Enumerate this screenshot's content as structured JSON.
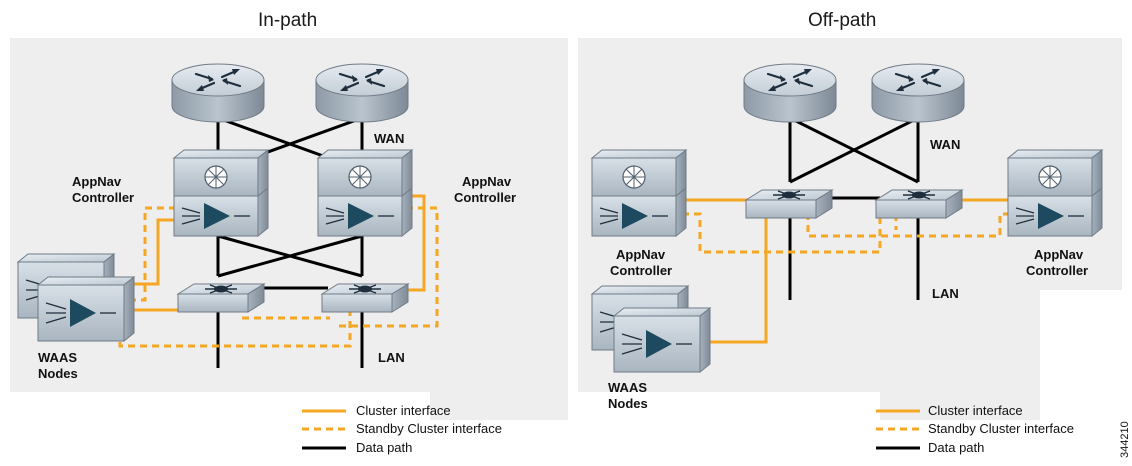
{
  "panels": {
    "in_path": {
      "title": "In-path",
      "labels": {
        "wan": "WAN",
        "lan": "LAN",
        "controller_left_line1": "AppNav",
        "controller_left_line2": "Controller",
        "controller_right_line1": "AppNav",
        "controller_right_line2": "Controller",
        "waas_line1": "WAAS",
        "waas_line2": "Nodes"
      },
      "legend": {
        "cluster": "Cluster interface",
        "standby": "Standby Cluster interface",
        "data": "Data path"
      }
    },
    "off_path": {
      "title": "Off-path",
      "labels": {
        "wan": "WAN",
        "lan": "LAN",
        "controller_left_line1": "AppNav",
        "controller_left_line2": "Controller",
        "controller_right_line1": "AppNav",
        "controller_right_line2": "Controller",
        "waas_line1": "WAAS",
        "waas_line2": "Nodes"
      },
      "legend": {
        "cluster": "Cluster interface",
        "standby": "Standby Cluster interface",
        "data": "Data path"
      }
    }
  },
  "figure_id": "344210",
  "colors": {
    "cluster_interface": "#f5a623",
    "data_path": "#000000",
    "device_fill": "#c9d3dc",
    "wan_lan_background": "#eeeeee"
  },
  "icons": {
    "router": "router-icon",
    "switch": "switch-icon",
    "controller": "appnav-controller-icon",
    "waas": "waas-node-icon"
  }
}
